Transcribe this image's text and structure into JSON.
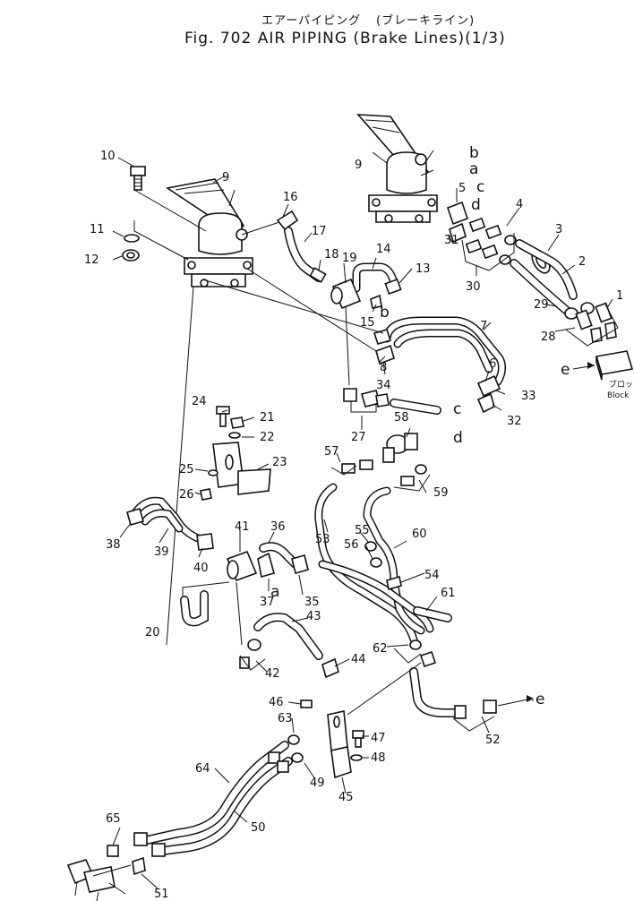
{
  "title": {
    "jp_main": "エアーパイピング",
    "jp_sub": "(ブレーキライン)",
    "main": "Fig. 702 AIR PIPING (Brake Lines)(1/3)"
  },
  "block_label": {
    "jp": "ブロック",
    "en": "Block"
  },
  "callouts": {
    "n1": "1",
    "n2": "2",
    "n3": "3",
    "n4": "4",
    "n5": "5",
    "n6": "6",
    "n7": "7",
    "n8": "8",
    "n9a": "9",
    "n9b": "9",
    "n10": "10",
    "n11": "11",
    "n12": "12",
    "n13": "13",
    "n14": "14",
    "n15": "15",
    "n16": "16",
    "n17": "17",
    "n18": "18",
    "n19": "19",
    "n20": "20",
    "n21": "21",
    "n22": "22",
    "n23": "23",
    "n24": "24",
    "n25": "25",
    "n26": "26",
    "n27": "27",
    "n28": "28",
    "n29": "29",
    "n30": "30",
    "n31": "31",
    "n32": "32",
    "n33": "33",
    "n34": "34",
    "n35": "35",
    "n36": "36",
    "n37": "37",
    "n38": "38",
    "n39": "39",
    "n40": "40",
    "n41": "41",
    "n42": "42",
    "n43": "43",
    "n44": "44",
    "n45": "45",
    "n46": "46",
    "n47": "47",
    "n48": "48",
    "n49": "49",
    "n50": "50",
    "n51": "51",
    "n52": "52",
    "n53": "53",
    "n54": "54",
    "n55": "55",
    "n56": "56",
    "n57": "57",
    "n58": "58",
    "n59": "59",
    "n60": "60",
    "n61": "61",
    "n62": "62",
    "n63": "63",
    "n64": "64",
    "n65": "65"
  },
  "letters": {
    "a1": "a",
    "b1": "b",
    "c1": "c",
    "d1": "d",
    "a2": "a",
    "b2": "b",
    "c2": "c",
    "d2": "d",
    "e1": "e",
    "e2": "e"
  }
}
